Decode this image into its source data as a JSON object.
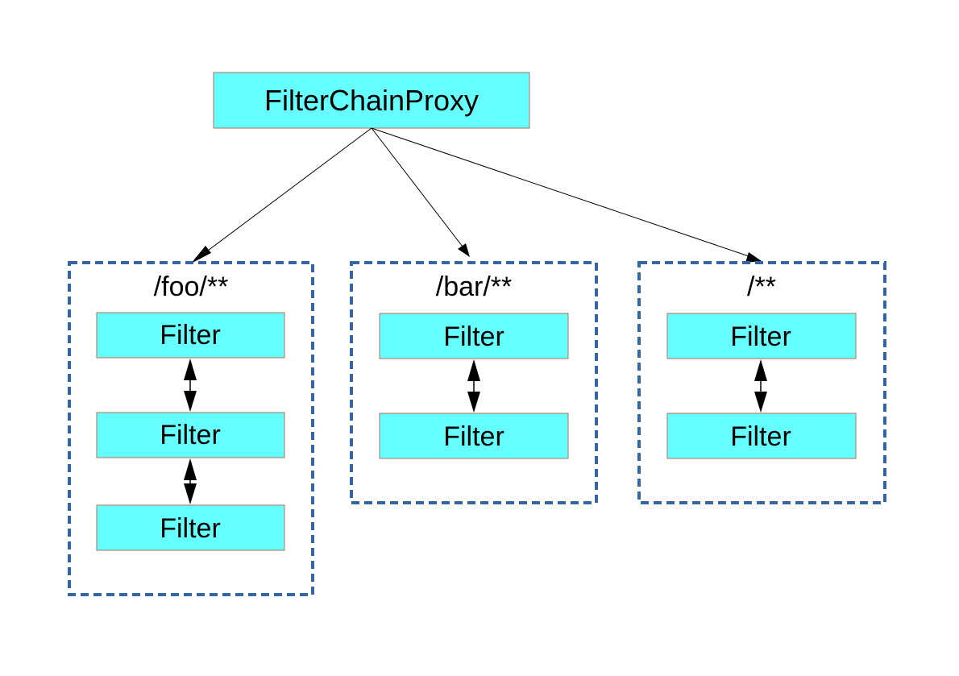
{
  "colors": {
    "box_fill": "#66ffff",
    "box_stroke": "#b07050",
    "group_border": "#3465a4",
    "arrow": "#000000",
    "text": "#000000"
  },
  "root": {
    "label": "FilterChainProxy"
  },
  "chains": [
    {
      "pattern": "/foo/**",
      "filters": [
        "Filter",
        "Filter",
        "Filter"
      ]
    },
    {
      "pattern": "/bar/**",
      "filters": [
        "Filter",
        "Filter"
      ]
    },
    {
      "pattern": "/**",
      "filters": [
        "Filter",
        "Filter"
      ]
    }
  ]
}
